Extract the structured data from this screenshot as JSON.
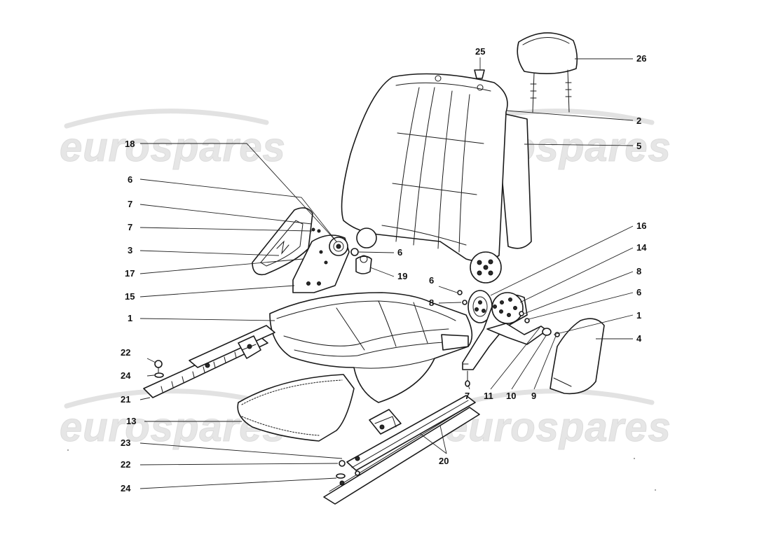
{
  "watermark": {
    "text": "eurospares"
  },
  "callouts": [
    {
      "label": "25"
    },
    {
      "label": "26"
    },
    {
      "label": "2"
    },
    {
      "label": "5"
    },
    {
      "label": "18"
    },
    {
      "label": "6"
    },
    {
      "label": "7"
    },
    {
      "label": "7"
    },
    {
      "label": "3"
    },
    {
      "label": "17"
    },
    {
      "label": "15"
    },
    {
      "label": "1"
    },
    {
      "label": "6"
    },
    {
      "label": "19"
    },
    {
      "label": "16"
    },
    {
      "label": "14"
    },
    {
      "label": "8"
    },
    {
      "label": "6"
    },
    {
      "label": "1"
    },
    {
      "label": "4"
    },
    {
      "label": "6"
    },
    {
      "label": "8"
    },
    {
      "label": "22"
    },
    {
      "label": "24"
    },
    {
      "label": "21"
    },
    {
      "label": "7"
    },
    {
      "label": "11"
    },
    {
      "label": "10"
    },
    {
      "label": "9"
    },
    {
      "label": "13"
    },
    {
      "label": "20"
    },
    {
      "label": "23"
    },
    {
      "label": "22"
    },
    {
      "label": "24"
    }
  ]
}
